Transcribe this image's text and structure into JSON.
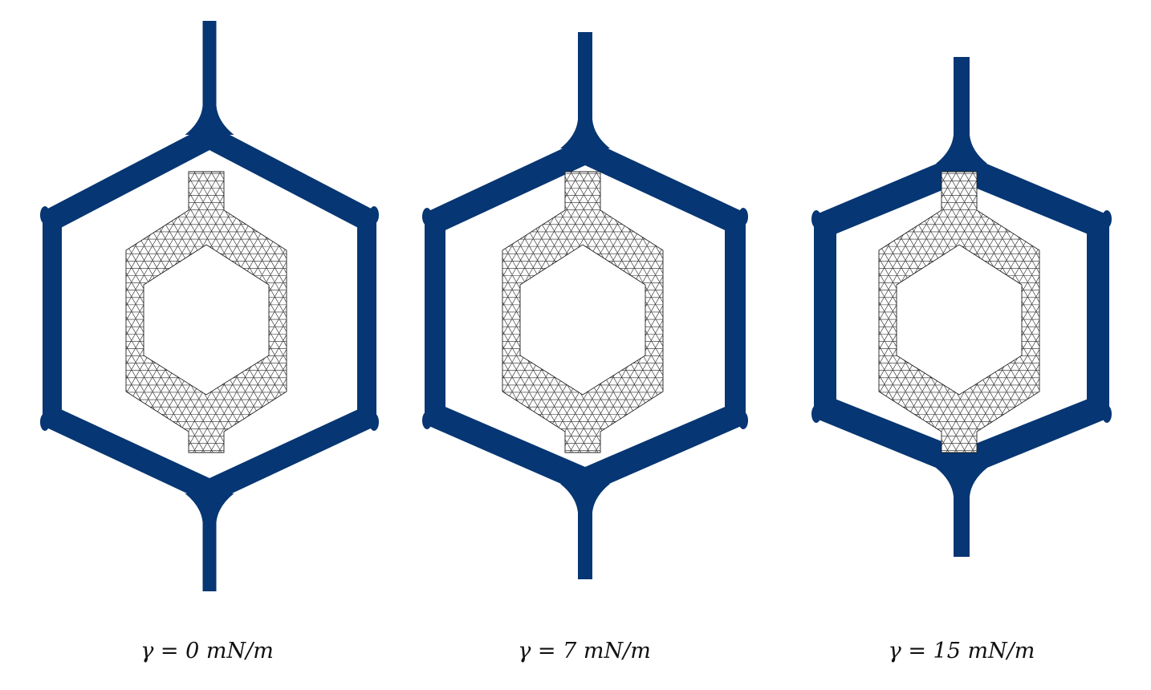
{
  "figure": {
    "colors": {
      "deformed_shape": "#063673",
      "mesh_lines": "#222222",
      "mesh_fill": "#ffffff",
      "caption_text": "#111111"
    },
    "panels": [
      {
        "id": "panel-1",
        "caption": "γ = 0 mN/m"
      },
      {
        "id": "panel-2",
        "caption": "γ = 7 mN/m"
      },
      {
        "id": "panel-3",
        "caption": "γ = 15 mN/m"
      }
    ]
  }
}
